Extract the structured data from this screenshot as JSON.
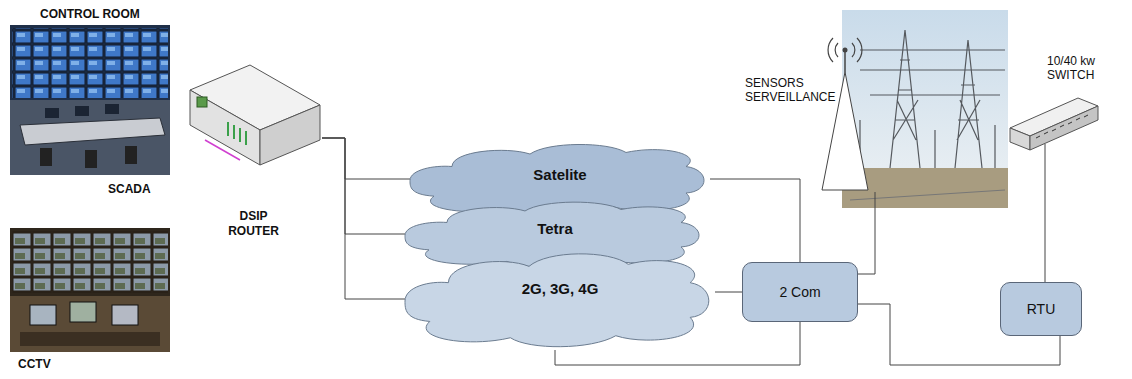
{
  "diagram": {
    "nodes": [
      {
        "text": [
          "DSIP ROUTER"
        ]
      },
      {
        "text": [
          "Satelite"
        ]
      },
      {
        "text": [
          "Tetra"
        ]
      },
      {
        "text": [
          "2G, 3G, 4G"
        ]
      },
      {
        "text": [
          "2 Com"
        ]
      },
      {
        "text": [
          "SENSORS SERVEILLANCE"
        ]
      },
      {
        "text": [
          "10/40 kw SWITCH"
        ]
      },
      {
        "text": [
          "RTU"
        ]
      }
    ],
    "edges": [
      {
        "from": 0,
        "to": 1,
        "arrow": "none"
      },
      {
        "from": 0,
        "to": 2,
        "arrow": "none"
      },
      {
        "from": 0,
        "to": 3,
        "arrow": "none"
      },
      {
        "from": 1,
        "to": 4,
        "arrow": "none"
      },
      {
        "from": 3,
        "to": 4,
        "arrow": "none"
      },
      {
        "from": 3,
        "to": 4,
        "arrow": "none"
      },
      {
        "from": 4,
        "to": 5,
        "arrow": "none"
      },
      {
        "from": 4,
        "to": 7,
        "arrow": "none"
      },
      {
        "from": 7,
        "to": 6,
        "arrow": "none"
      }
    ],
    "labels": [
      "CONTROL ROOM",
      "SCADA",
      "CCTV"
    ]
  }
}
